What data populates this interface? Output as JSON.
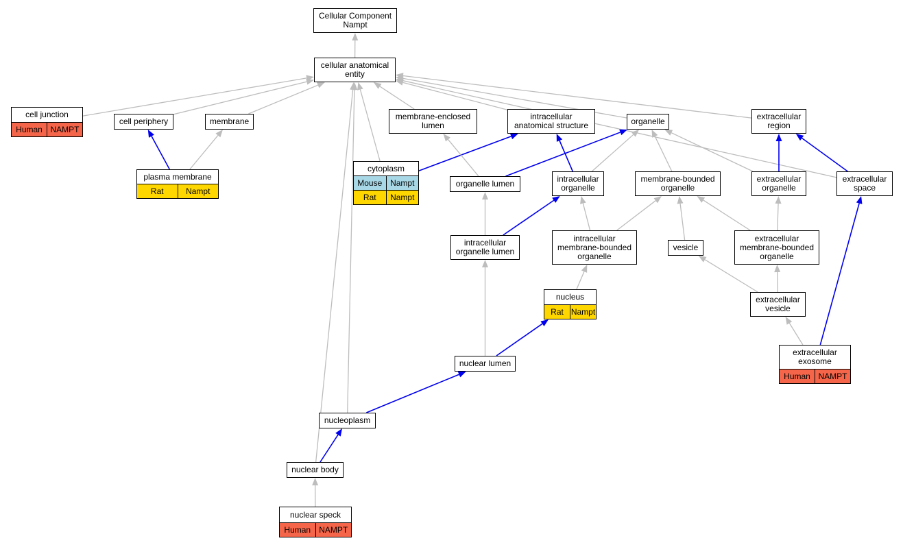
{
  "colors": {
    "edge_default": "#bdbdbd",
    "edge_highlight": "#0000ee",
    "species": {
      "Human": "#f56549",
      "Rat": "#ffd700",
      "Mouse": "#a8d8e6"
    }
  },
  "nodes": [
    {
      "id": "root",
      "label": [
        "Cellular Component",
        "Nampt"
      ],
      "rows": []
    },
    {
      "id": "cae",
      "label": [
        "cellular anatomical",
        "entity"
      ],
      "rows": []
    },
    {
      "id": "cj",
      "label": [
        "cell junction"
      ],
      "rows": [
        [
          "Human",
          "NAMPT"
        ]
      ]
    },
    {
      "id": "cp",
      "label": [
        "cell periphery"
      ],
      "rows": []
    },
    {
      "id": "mem",
      "label": [
        "membrane"
      ],
      "rows": []
    },
    {
      "id": "mel",
      "label": [
        "membrane-enclosed",
        "lumen"
      ],
      "rows": []
    },
    {
      "id": "ias",
      "label": [
        "intracellular",
        "anatomical structure"
      ],
      "rows": []
    },
    {
      "id": "org",
      "label": [
        "organelle"
      ],
      "rows": []
    },
    {
      "id": "er",
      "label": [
        "extracellular",
        "region"
      ],
      "rows": []
    },
    {
      "id": "pm",
      "label": [
        "plasma membrane"
      ],
      "rows": [
        [
          "Rat",
          "Nampt"
        ]
      ]
    },
    {
      "id": "cyt",
      "label": [
        "cytoplasm"
      ],
      "rows": [
        [
          "Mouse",
          "Nampt"
        ],
        [
          "Rat",
          "Nampt"
        ]
      ]
    },
    {
      "id": "ol",
      "label": [
        "organelle lumen"
      ],
      "rows": []
    },
    {
      "id": "io",
      "label": [
        "intracellular",
        "organelle"
      ],
      "rows": []
    },
    {
      "id": "mbo",
      "label": [
        "membrane-bounded",
        "organelle"
      ],
      "rows": []
    },
    {
      "id": "eo",
      "label": [
        "extracellular",
        "organelle"
      ],
      "rows": []
    },
    {
      "id": "es",
      "label": [
        "extracellular",
        "space"
      ],
      "rows": []
    },
    {
      "id": "iol",
      "label": [
        "intracellular",
        "organelle lumen"
      ],
      "rows": []
    },
    {
      "id": "imbo",
      "label": [
        "intracellular",
        "membrane-bounded",
        "organelle"
      ],
      "rows": []
    },
    {
      "id": "ves",
      "label": [
        "vesicle"
      ],
      "rows": []
    },
    {
      "id": "embo",
      "label": [
        "extracellular",
        "membrane-bounded",
        "organelle"
      ],
      "rows": []
    },
    {
      "id": "nuc",
      "label": [
        "nucleus"
      ],
      "rows": [
        [
          "Rat",
          "Nampt"
        ]
      ]
    },
    {
      "id": "ev",
      "label": [
        "extracellular",
        "vesicle"
      ],
      "rows": []
    },
    {
      "id": "nl",
      "label": [
        "nuclear lumen"
      ],
      "rows": []
    },
    {
      "id": "exo",
      "label": [
        "extracellular",
        "exosome"
      ],
      "rows": [
        [
          "Human",
          "NAMPT"
        ]
      ]
    },
    {
      "id": "np",
      "label": [
        "nucleoplasm"
      ],
      "rows": []
    },
    {
      "id": "nb",
      "label": [
        "nuclear body"
      ],
      "rows": []
    },
    {
      "id": "ns",
      "label": [
        "nuclear speck"
      ],
      "rows": [
        [
          "Human",
          "NAMPT"
        ]
      ]
    }
  ],
  "edges": [
    {
      "from": "cae",
      "to": "root",
      "highlight": false
    },
    {
      "from": "cj",
      "to": "cae",
      "highlight": false
    },
    {
      "from": "cp",
      "to": "cae",
      "highlight": false
    },
    {
      "from": "mem",
      "to": "cae",
      "highlight": false
    },
    {
      "from": "mel",
      "to": "cae",
      "highlight": false
    },
    {
      "from": "ias",
      "to": "cae",
      "highlight": false
    },
    {
      "from": "org",
      "to": "cae",
      "highlight": false
    },
    {
      "from": "er",
      "to": "cae",
      "highlight": false
    },
    {
      "from": "es",
      "to": "cae",
      "highlight": false
    },
    {
      "from": "cyt",
      "to": "cae",
      "highlight": false
    },
    {
      "from": "np",
      "to": "cae",
      "highlight": false
    },
    {
      "from": "nb",
      "to": "cae",
      "highlight": false
    },
    {
      "from": "pm",
      "to": "cp",
      "highlight": true
    },
    {
      "from": "pm",
      "to": "mem",
      "highlight": false
    },
    {
      "from": "cyt",
      "to": "ias",
      "highlight": true
    },
    {
      "from": "ol",
      "to": "mel",
      "highlight": false
    },
    {
      "from": "ol",
      "to": "org",
      "highlight": true
    },
    {
      "from": "io",
      "to": "ias",
      "highlight": true
    },
    {
      "from": "io",
      "to": "org",
      "highlight": false
    },
    {
      "from": "mbo",
      "to": "org",
      "highlight": false
    },
    {
      "from": "eo",
      "to": "org",
      "highlight": false
    },
    {
      "from": "eo",
      "to": "er",
      "highlight": true
    },
    {
      "from": "es",
      "to": "er",
      "highlight": true
    },
    {
      "from": "iol",
      "to": "ol",
      "highlight": false
    },
    {
      "from": "iol",
      "to": "io",
      "highlight": true
    },
    {
      "from": "imbo",
      "to": "io",
      "highlight": false
    },
    {
      "from": "imbo",
      "to": "mbo",
      "highlight": false
    },
    {
      "from": "ves",
      "to": "mbo",
      "highlight": false
    },
    {
      "from": "embo",
      "to": "mbo",
      "highlight": false
    },
    {
      "from": "embo",
      "to": "eo",
      "highlight": false
    },
    {
      "from": "nuc",
      "to": "imbo",
      "highlight": false
    },
    {
      "from": "ev",
      "to": "ves",
      "highlight": false
    },
    {
      "from": "ev",
      "to": "embo",
      "highlight": false
    },
    {
      "from": "nl",
      "to": "iol",
      "highlight": false
    },
    {
      "from": "nl",
      "to": "nuc",
      "highlight": true
    },
    {
      "from": "exo",
      "to": "ev",
      "highlight": false
    },
    {
      "from": "exo",
      "to": "es",
      "highlight": true
    },
    {
      "from": "np",
      "to": "nl",
      "highlight": true
    },
    {
      "from": "nb",
      "to": "np",
      "highlight": true
    },
    {
      "from": "ns",
      "to": "nb",
      "highlight": false
    }
  ]
}
